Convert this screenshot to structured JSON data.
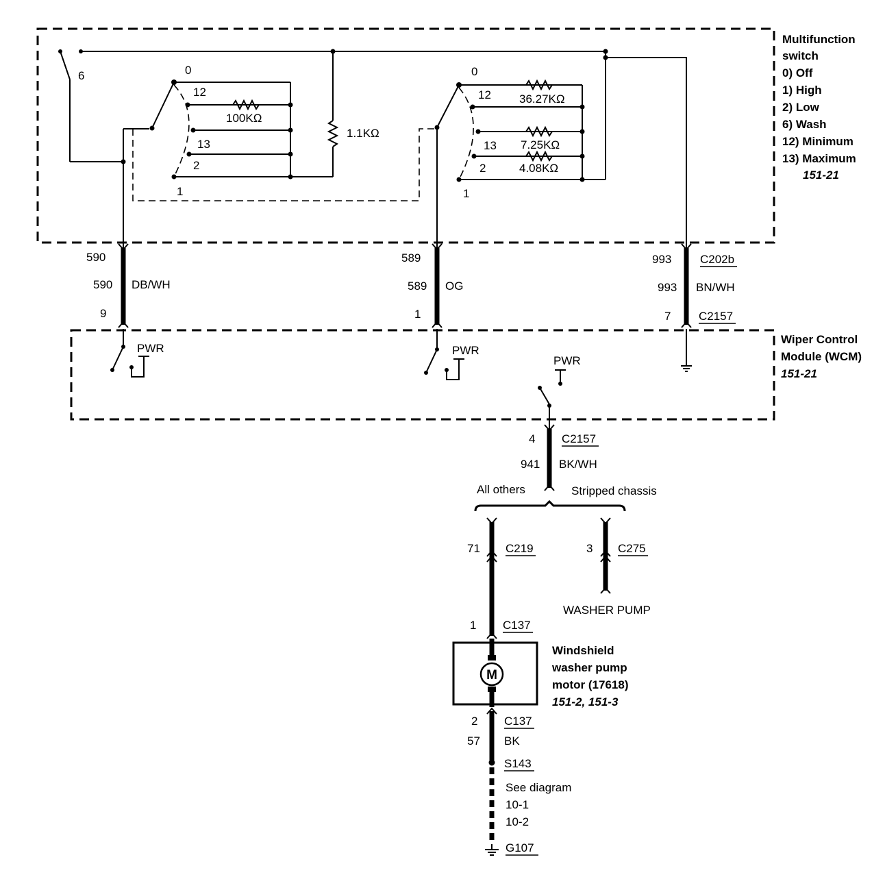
{
  "multifunction_switch": {
    "title_line1": "Multifunction",
    "title_line2": "switch",
    "legend": [
      "0)   Off",
      "1)   High",
      "2)   Low",
      "6)   Wash",
      "12) Minimum",
      "13) Maximum"
    ],
    "ref": "151-21",
    "left_positions": {
      "p0": "0",
      "p12": "12",
      "p13": "13",
      "p2": "2",
      "p1": "1",
      "p6": "6"
    },
    "right_positions": {
      "p0": "0",
      "p12": "12",
      "p13": "13",
      "p2": "2",
      "p1": "1"
    },
    "resistors": {
      "r100k": "100KΩ",
      "r1_1k": "1.1KΩ",
      "r36k": "36.27KΩ",
      "r7k": "7.25KΩ",
      "r4k": "4.08KΩ"
    }
  },
  "harness_upper": {
    "w590": {
      "top": "590",
      "mid": "590",
      "bot": "9",
      "color": "DB/WH"
    },
    "w589": {
      "top": "589",
      "mid": "589",
      "bot": "1",
      "color": "OG"
    },
    "w993": {
      "top": "993",
      "mid": "993",
      "bot": "7",
      "color": "BN/WH",
      "conn_top": "C202b",
      "conn_bot": "C2157"
    }
  },
  "wcm": {
    "title_line1": "Wiper Control",
    "title_line2": "Module (WCM)",
    "ref": "151-21",
    "pwr1": "PWR",
    "pwr2": "PWR",
    "pwr3": "PWR"
  },
  "harness_lower": {
    "pin": "4",
    "conn": "C2157",
    "circuit": "941",
    "color": "BK/WH",
    "branch_left": "All others",
    "branch_right": "Stripped chassis",
    "c219_pin": "71",
    "c219": "C219",
    "c275_pin": "3",
    "c275": "C275",
    "washer_pump": "WASHER PUMP",
    "c137_top_pin": "1",
    "c137_top": "C137"
  },
  "motor": {
    "symbol": "M",
    "name_line1": "Windshield",
    "name_line2": "washer pump",
    "name_line3": "motor (17618)",
    "ref": "151-2, 151-3"
  },
  "ground_run": {
    "c137_pin": "2",
    "c137": "C137",
    "circuit": "57",
    "color": "BK",
    "splice": "S143",
    "see_line1": "See diagram",
    "see_line2": "10-1",
    "see_line3": "10-2",
    "ground": "G107"
  }
}
